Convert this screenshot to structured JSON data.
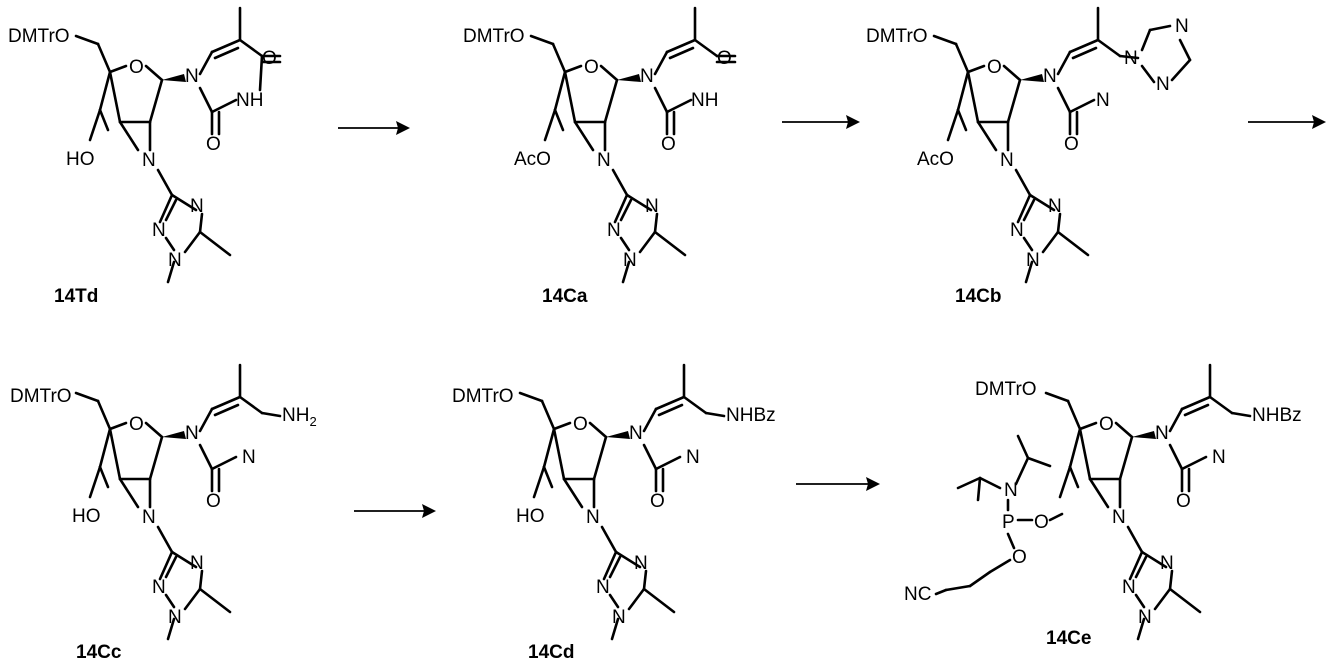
{
  "compounds": [
    {
      "id": "14Td",
      "protect": "DMTrO",
      "oxy5": "HO",
      "base": "T"
    },
    {
      "id": "14Ca",
      "protect": "DMTrO",
      "oxy5": "AcO",
      "base": "T"
    },
    {
      "id": "14Cb",
      "protect": "DMTrO",
      "oxy5": "AcO",
      "base": "Tz"
    },
    {
      "id": "14Cc",
      "protect": "DMTrO",
      "oxy5": "HO",
      "base": "C"
    },
    {
      "id": "14Cd",
      "protect": "DMTrO",
      "oxy5": "HO",
      "base": "BzC"
    },
    {
      "id": "14Ce",
      "protect": "DMTrO",
      "oxy5": "",
      "base": "BzC"
    }
  ],
  "labels": {
    "O": "O",
    "N": "N",
    "NH": "NH",
    "NH2": "NH",
    "h2": "2",
    "NHBz": "NHBz",
    "P": "P",
    "NC": "NC"
  },
  "arrows": [
    "arrow-1",
    "arrow-2",
    "arrow-3",
    "arrow-4",
    "arrow-5"
  ]
}
